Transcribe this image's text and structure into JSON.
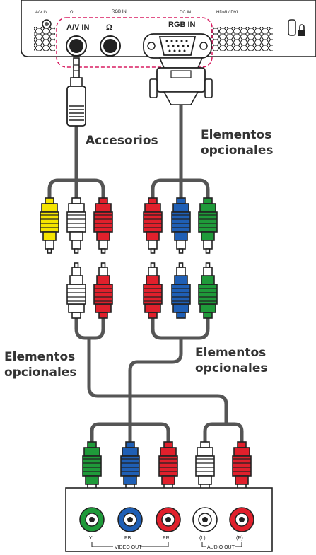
{
  "projector_panel": {
    "ports": [
      "A/V IN",
      "Ω",
      "RGB IN",
      "DC IN",
      "HDMI / DVI"
    ],
    "av_in_label": "A/V IN",
    "headphone_label": "Ω",
    "rgb_in_label": "RGB IN"
  },
  "labels": {
    "accesorios": "Accesorios",
    "elementos_top": [
      "Elementos",
      "opcionales"
    ],
    "elementos_left": [
      "Elementos",
      "opcionales"
    ],
    "elementos_right": [
      "Elementos",
      "opcionales"
    ]
  },
  "device_panel": {
    "jacks": [
      "Y",
      "PB",
      "PR",
      "(L)",
      "(R)"
    ],
    "video_out": "VIDEO OUT",
    "audio_out": "AUDIO OUT"
  },
  "colors": {
    "yellow": "#f5e400",
    "white": "#ffffff",
    "red": "#e0202c",
    "green": "#1f9a3a",
    "blue": "#1f5fb5",
    "cable": "#555555",
    "highlight": "#d81b60"
  }
}
